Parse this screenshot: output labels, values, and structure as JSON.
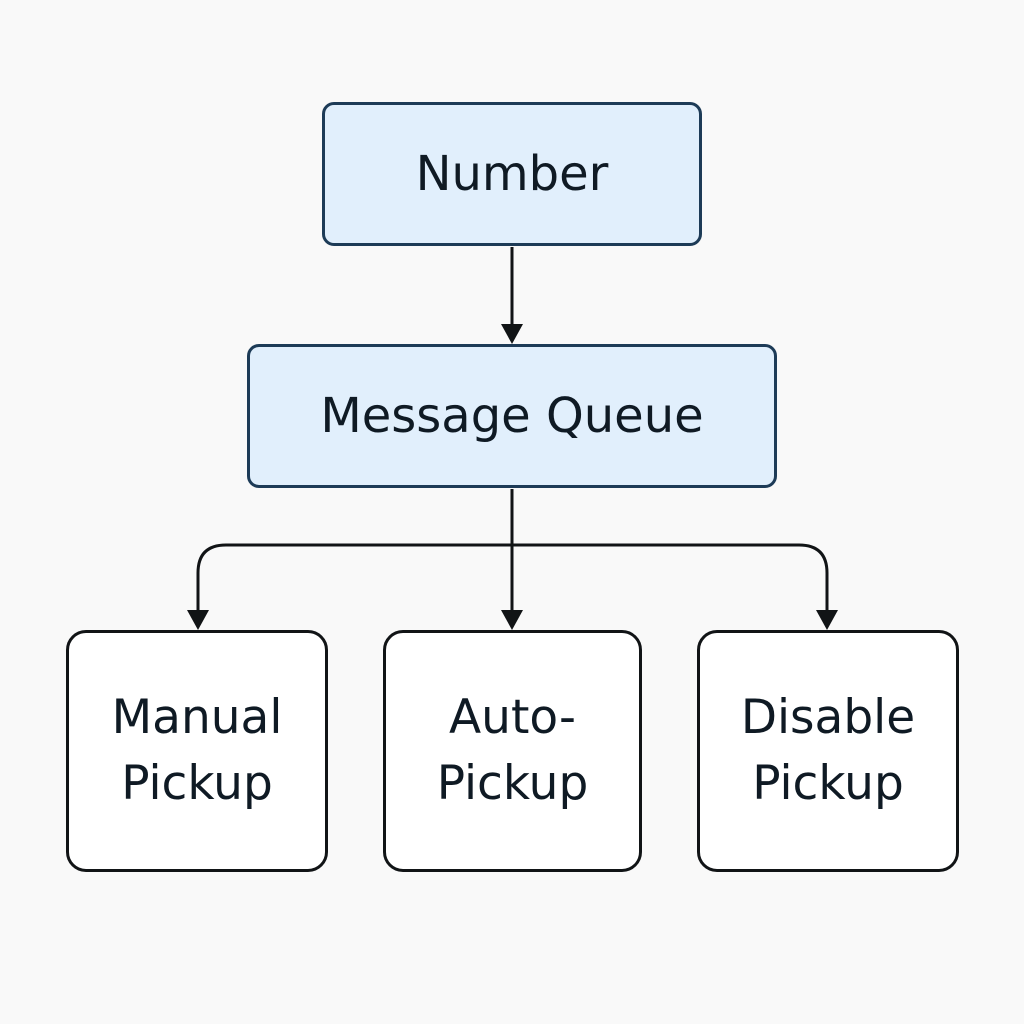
{
  "diagram": {
    "nodes": {
      "number": {
        "label": "Number"
      },
      "queue": {
        "label": "Message Queue"
      },
      "manual": {
        "label": "Manual\nPickup"
      },
      "auto": {
        "label": "Auto-\nPickup"
      },
      "disable": {
        "label": "Disable\nPickup"
      }
    },
    "edges": [
      {
        "from": "number",
        "to": "queue"
      },
      {
        "from": "queue",
        "to": "manual"
      },
      {
        "from": "queue",
        "to": "auto"
      },
      {
        "from": "queue",
        "to": "disable"
      }
    ],
    "colors": {
      "background": "#f9f9f9",
      "primary_fill": "#e1effc",
      "primary_border": "#1d3b57",
      "leaf_fill": "#ffffff",
      "leaf_border": "#111416",
      "line": "#111416",
      "text": "#0f1a24"
    }
  }
}
